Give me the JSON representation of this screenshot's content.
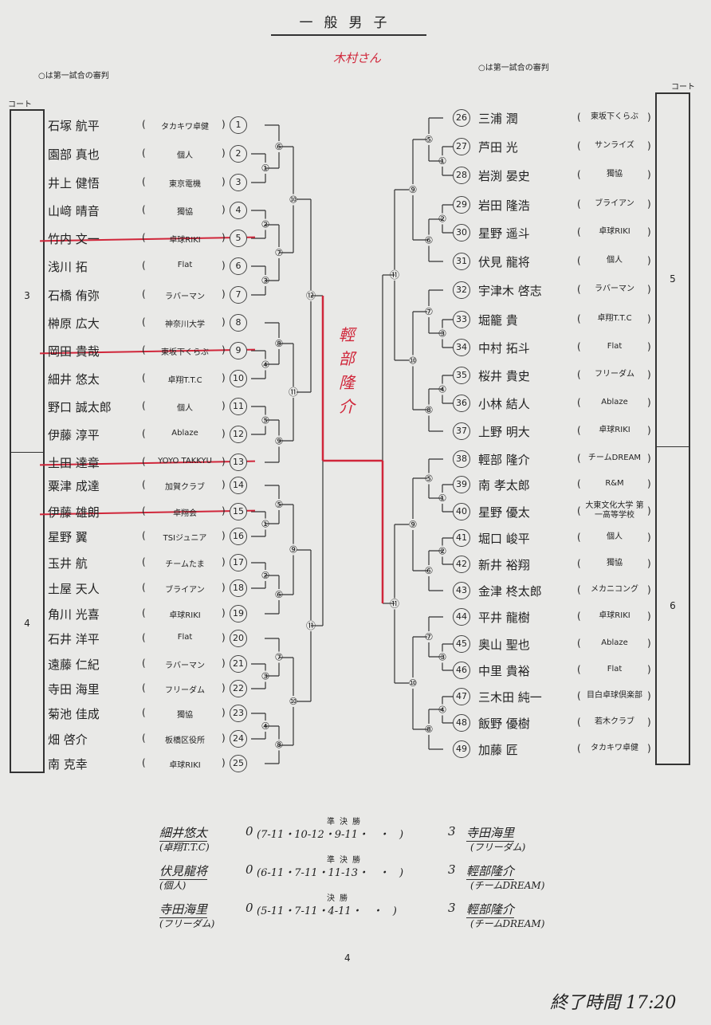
{
  "title": "一般男子",
  "referee_note": "○は第一試合の審判",
  "court_label": "コート",
  "handwritten_top": "木村さん",
  "courts": {
    "left": [
      "3",
      "4"
    ],
    "right": [
      "5",
      "6"
    ]
  },
  "left_players": [
    {
      "seed": "1",
      "name": "石塚 航平",
      "club": "タカキワ卓健"
    },
    {
      "seed": "2",
      "name": "園部 真也",
      "club": "個人"
    },
    {
      "seed": "3",
      "name": "井上 健悟",
      "club": "東京電機"
    },
    {
      "seed": "4",
      "name": "山﨑 晴音",
      "club": "獨協"
    },
    {
      "seed": "5",
      "name": "竹内 文一",
      "club": "卓球RIKI",
      "struck": true
    },
    {
      "seed": "6",
      "name": "浅川 拓",
      "club": "Flat"
    },
    {
      "seed": "7",
      "name": "石橋 侑弥",
      "club": "ラバーマン"
    },
    {
      "seed": "8",
      "name": "榊原 広大",
      "club": "神奈川大学"
    },
    {
      "seed": "9",
      "name": "岡田 貴哉",
      "club": "東坂下くらぶ",
      "struck": true
    },
    {
      "seed": "10",
      "name": "細井 悠太",
      "club": "卓翔T.T.C"
    },
    {
      "seed": "11",
      "name": "野口 誠太郎",
      "club": "個人"
    },
    {
      "seed": "12",
      "name": "伊藤 淳平",
      "club": "Ablaze"
    },
    {
      "seed": "13",
      "name": "土田 達章",
      "club": "YOYO TAKKYU",
      "struck": true
    },
    {
      "seed": "14",
      "name": "粟津 成達",
      "club": "加賀クラブ"
    },
    {
      "seed": "15",
      "name": "伊藤 雄朗",
      "club": "卓翔会",
      "struck": true
    },
    {
      "seed": "16",
      "name": "星野 翼",
      "club": "TSIジュニア"
    },
    {
      "seed": "17",
      "name": "玉井 航",
      "club": "チームたま"
    },
    {
      "seed": "18",
      "name": "土屋 天人",
      "club": "ブライアン"
    },
    {
      "seed": "19",
      "name": "角川 光喜",
      "club": "卓球RIKI"
    },
    {
      "seed": "20",
      "name": "石井 洋平",
      "club": "Flat"
    },
    {
      "seed": "21",
      "name": "遠藤 仁紀",
      "club": "ラバーマン"
    },
    {
      "seed": "22",
      "name": "寺田 海里",
      "club": "フリーダム"
    },
    {
      "seed": "23",
      "name": "菊池 佳成",
      "club": "獨協"
    },
    {
      "seed": "24",
      "name": "畑 啓介",
      "club": "板橋区役所"
    },
    {
      "seed": "25",
      "name": "南 克幸",
      "club": "卓球RIKI"
    }
  ],
  "right_players": [
    {
      "seed": "26",
      "name": "三浦 潤",
      "club": "東坂下くらぶ"
    },
    {
      "seed": "27",
      "name": "芦田 光",
      "club": "サンライズ"
    },
    {
      "seed": "28",
      "name": "岩渕 晏史",
      "club": "獨協"
    },
    {
      "seed": "29",
      "name": "岩田 隆浩",
      "club": "ブライアン"
    },
    {
      "seed": "30",
      "name": "星野 遥斗",
      "club": "卓球RIKI"
    },
    {
      "seed": "31",
      "name": "伏見 龍将",
      "club": "個人"
    },
    {
      "seed": "32",
      "name": "宇津木 啓志",
      "club": "ラバーマン"
    },
    {
      "seed": "33",
      "name": "堀籠 貴",
      "club": "卓翔T.T.C"
    },
    {
      "seed": "34",
      "name": "中村 拓斗",
      "club": "Flat"
    },
    {
      "seed": "35",
      "name": "桜井 貴史",
      "club": "フリーダム"
    },
    {
      "seed": "36",
      "name": "小林 結人",
      "club": "Ablaze"
    },
    {
      "seed": "37",
      "name": "上野 明大",
      "club": "卓球RIKI"
    },
    {
      "seed": "38",
      "name": "輕部 隆介",
      "club": "チームDREAM"
    },
    {
      "seed": "39",
      "name": "南 孝太郎",
      "club": "R&M"
    },
    {
      "seed": "40",
      "name": "星野 優太",
      "club": "大東文化大学 第一高等学校"
    },
    {
      "seed": "41",
      "name": "堀口 峻平",
      "club": "個人"
    },
    {
      "seed": "42",
      "name": "新井 裕翔",
      "club": "獨協"
    },
    {
      "seed": "43",
      "name": "金津 柊太郎",
      "club": "メカニコング"
    },
    {
      "seed": "44",
      "name": "平井 龍樹",
      "club": "卓球RIKI"
    },
    {
      "seed": "45",
      "name": "奥山 聖也",
      "club": "Ablaze"
    },
    {
      "seed": "46",
      "name": "中里 貴裕",
      "club": "Flat"
    },
    {
      "seed": "47",
      "name": "三木田 純一",
      "club": "目白卓球倶楽部"
    },
    {
      "seed": "48",
      "name": "飯野 優樹",
      "club": "若木クラブ"
    },
    {
      "seed": "49",
      "name": "加藤 匠",
      "club": "タカキワ卓健"
    }
  ],
  "left_matches": [
    "①",
    "⑥",
    "②",
    "③",
    "⑦",
    "⑩",
    "④",
    "⑧",
    "⑤",
    "⑨",
    "⑪",
    "⑫",
    "①",
    "⑤",
    "②",
    "⑥",
    "⑨",
    "③",
    "⑦",
    "④",
    "⑧",
    "⑩",
    "⑪"
  ],
  "right_matches": [
    "①",
    "⑤",
    "②",
    "⑥",
    "⑨",
    "③",
    "⑦",
    "④",
    "⑧",
    "⑩",
    "⑪",
    "①",
    "⑤",
    "②",
    "⑥",
    "⑨",
    "③",
    "⑦",
    "④",
    "⑧",
    "⑩",
    "⑪"
  ],
  "winner_handwritten": "輕部隆介",
  "results": [
    {
      "round": "準決勝",
      "left_name": "細井悠太",
      "left_club": "(卓翔T.T.C)",
      "left_score": "0",
      "games": "(7-11・10-12・9-11・　・　)",
      "right_score": "3",
      "right_name": "寺田海里",
      "right_club": "(フリーダム)"
    },
    {
      "round": "準決勝",
      "left_name": "伏見龍将",
      "left_club": "(個人)",
      "left_score": "0",
      "games": "(6-11・7-11・11-13・　・　)",
      "right_score": "3",
      "right_name": "輕部隆介",
      "right_club": "(チームDREAM)"
    },
    {
      "round": "決勝",
      "left_name": "寺田海里",
      "left_club": "(フリーダム)",
      "left_score": "0",
      "games": "(5-11・7-11・4-11・　・　)",
      "right_score": "3",
      "right_name": "輕部隆介",
      "right_club": "(チームDREAM)"
    }
  ],
  "page_number": "4",
  "end_time": "終了時間 17:20"
}
